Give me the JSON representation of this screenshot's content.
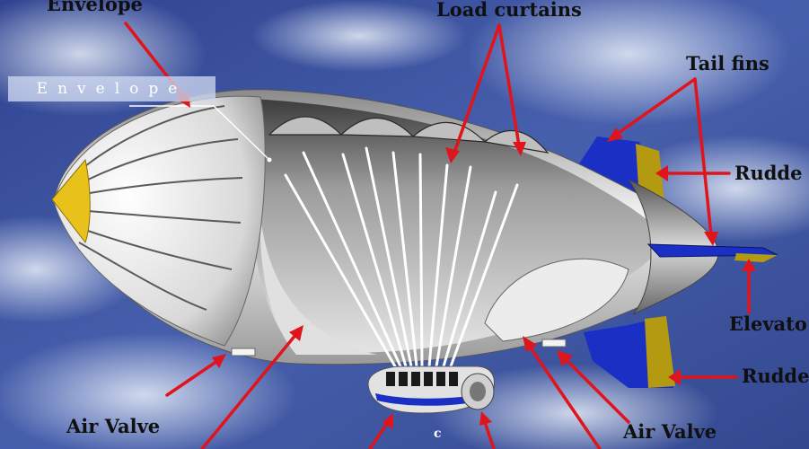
{
  "labels": {
    "envelope_top": "Envelope",
    "load_curtains": "Load curtains",
    "tail_fins": "Tail fins",
    "rudder_top": "Rudde",
    "elevator": "Elevato",
    "rudder_bottom": "Rudde",
    "air_valve_left": "Air Valve",
    "air_valve_right": "Air Valve",
    "c_mark": "c"
  },
  "overlay": {
    "envelope_label": "Envelope"
  },
  "colors": {
    "sky": "#3a4f9a",
    "arrow": "#e0141c",
    "nose_cap": "#e8c21a",
    "fin_blue": "#1a2fc4",
    "rudder_yellow": "#b39a10",
    "label_text": "#101010"
  }
}
